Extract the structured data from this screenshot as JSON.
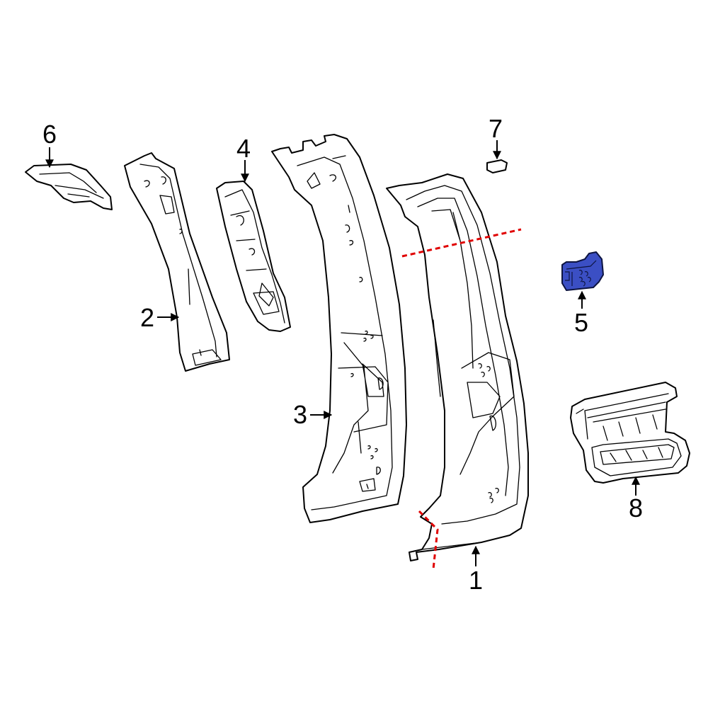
{
  "callouts": {
    "c1": "1",
    "c2": "2",
    "c3": "3",
    "c4": "4",
    "c5": "5",
    "c6": "6",
    "c7": "7",
    "c8": "8"
  },
  "colors": {
    "highlight_part": "#3b4fc4",
    "cut_line": "#e00000",
    "line_art": "#000000",
    "background": "#ffffff"
  }
}
